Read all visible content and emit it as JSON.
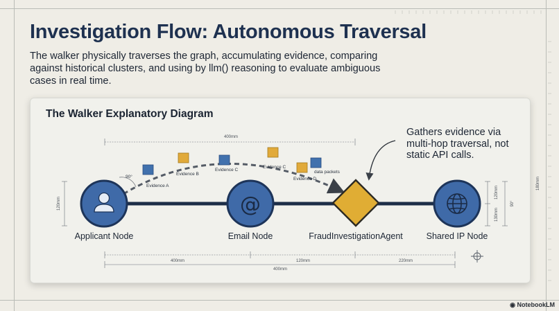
{
  "header": {
    "title": "Investigation Flow: Autonomous Traversal",
    "subtitle": "The walker physically traverses the graph, accumulating evidence, comparing against historical clusters, and using by llm() reasoning to evaluate ambiguous cases in real time."
  },
  "panel": {
    "title": "The Walker Explanatory Diagram",
    "callout": "Gathers evidence via multi-hop traversal, not static API calls."
  },
  "nodes": [
    {
      "label": "Applicant Node",
      "icon": "user-icon"
    },
    {
      "label": "Email Node",
      "icon": "at-sign-icon"
    },
    {
      "label": "FraudInvestigationAgent",
      "icon": "diamond-agent"
    },
    {
      "label": "Shared IP Node",
      "icon": "globe-icon"
    }
  ],
  "evidence": {
    "a": "Evidence A",
    "b": "Evidence B",
    "c1": "Evidence C",
    "c2": "Evidence C",
    "d": "Evidence D",
    "packets": "data packets"
  },
  "dimensions": {
    "top_span": "400mm",
    "angle": "90°",
    "left_height": "120mm",
    "bottom_1": "400mm",
    "bottom_2": "120mm",
    "bottom_3": "220mm",
    "bottom_total": "400mm",
    "right_1": "120mm",
    "right_2": "130mm",
    "right_3": "90°",
    "far_right": "180mm"
  },
  "brand": "NotebookLM",
  "colors": {
    "node_blue": "#3f6aa8",
    "node_border": "#1d3459",
    "agent_gold": "#e0ad34",
    "packet_blue": "#4171ad",
    "packet_gold": "#e1aa3a",
    "title_navy": "#1e3150"
  }
}
